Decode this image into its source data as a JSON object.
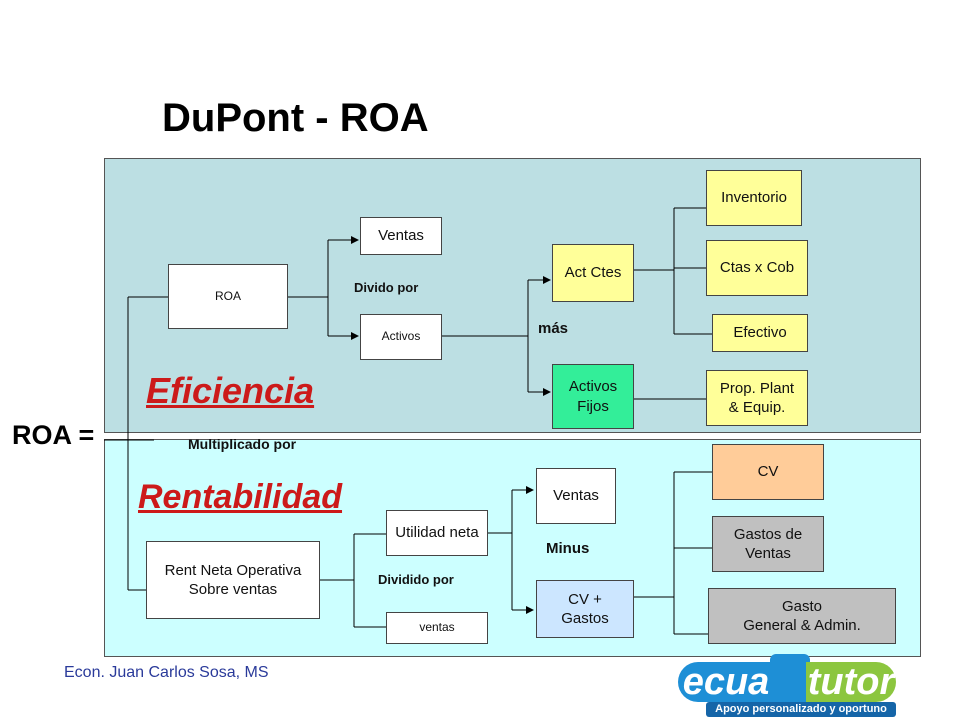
{
  "title": "DuPont - ROA",
  "roa_equals": "ROA =",
  "section_eficiencia": "Eficiencia",
  "section_rentabilidad": "Rentabilidad",
  "labels": {
    "divido_por": "Divido por",
    "mas": "más",
    "multiplicado_por": "Multiplicado por",
    "dividido_por": "Dividido por",
    "minus": "Minus"
  },
  "boxes": {
    "roa": "ROA",
    "ventas_top": "Ventas",
    "activos": "Activos",
    "act_ctes": "Act Ctes",
    "activos_fijos": "Activos\nFijos",
    "inventorio": "Inventorio",
    "ctas_x_cob": "Ctas x Cob",
    "efectivo": "Efectivo",
    "prop_plant": "Prop. Plant\n& Equip.",
    "rent_neta": "Rent Neta Operativa\nSobre ventas",
    "utilidad_neta": "Utilidad neta",
    "ventas_lower": "ventas",
    "ventas_right": "Ventas",
    "cv_gastos": "CV +\nGastos",
    "cv": "CV",
    "gastos_ventas": "Gastos de\nVentas",
    "gasto_general": "Gasto\nGeneral & Admin."
  },
  "footer": "Econ. Juan Carlos Sosa, MS",
  "logo": {
    "left": "ecua",
    "right": "tutor",
    "tagline": "Apoyo personalizado y oportuno"
  },
  "colors": {
    "panel_top": "#bcdfe3",
    "panel_bottom": "#ccffff",
    "yellow": "#ffff99",
    "green": "#33ee99",
    "peach": "#ffcc99",
    "grey": "#c0c0c0",
    "blue_box": "#cce6ff",
    "red_heading": "#cc1a1a",
    "footer_text": "#2a3a9a"
  }
}
